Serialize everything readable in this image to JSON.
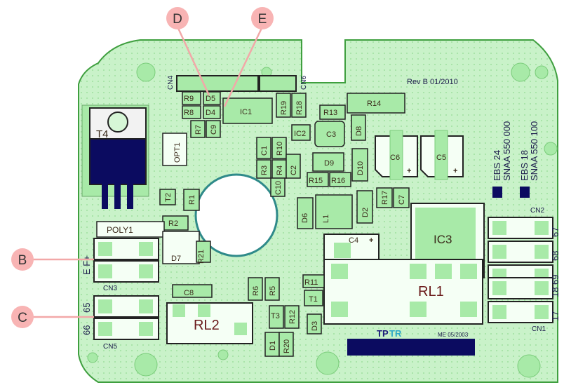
{
  "callouts": [
    {
      "id": "D"
    },
    {
      "id": "E"
    },
    {
      "id": "B"
    },
    {
      "id": "C"
    }
  ],
  "board": {
    "revision": "Rev B 01/2010",
    "footer_code": "ME 05/2003",
    "brand_tp": "TP",
    "brand_tr": "TR",
    "ebs24_line1": "EBS 24",
    "ebs24_line2": "SNAA 550 000",
    "ebs18_line1": "EBS 18",
    "ebs18_line2": "SNAA 550 100",
    "terminal_ef": "E F+",
    "pins_cn3": [
      "E",
      "F+"
    ],
    "pins_cn5": [
      "65",
      "66"
    ],
    "pins_right": [
      "67",
      "68",
      "69",
      "18",
      "17"
    ],
    "connectors": {
      "cn1": "CN1",
      "cn2": "CN2",
      "cn3": "CN3",
      "cn4": "CN4",
      "cn5": "CN5",
      "cn6": "CN6"
    },
    "components": {
      "t4": "T4",
      "opt1": "OPT1",
      "t2": "T2",
      "r1": "R1",
      "r2": "R2",
      "poly1": "POLY1",
      "d7": "D7",
      "r21": "R21",
      "c8": "C8",
      "rl2": "RL2",
      "r6": "R6",
      "r5": "R5",
      "r11": "R11",
      "t1": "T1",
      "t3": "T3",
      "r12": "R12",
      "d3": "D3",
      "d1": "D1",
      "r20": "R20",
      "rl1": "RL1",
      "c4": "C4",
      "ic3": "IC3",
      "r9": "R9",
      "d5": "D5",
      "r8": "R8",
      "d4": "D4",
      "r7": "R7",
      "c9": "C9",
      "ic1": "IC1",
      "r19": "R19",
      "r18": "R18",
      "r13": "R13",
      "r14": "R14",
      "ic2": "IC2",
      "c3": "C3",
      "d8": "D8",
      "c1": "C1",
      "r10": "R10",
      "r3": "R3",
      "r4": "R4",
      "c2": "C2",
      "c10": "C10",
      "d9": "D9",
      "d10": "D10",
      "r15": "R15",
      "r16": "R16",
      "c6": "C6",
      "c5": "C5",
      "d6": "D6",
      "l1": "L1",
      "d2": "D2",
      "r17": "R17",
      "c7": "C7"
    }
  }
}
